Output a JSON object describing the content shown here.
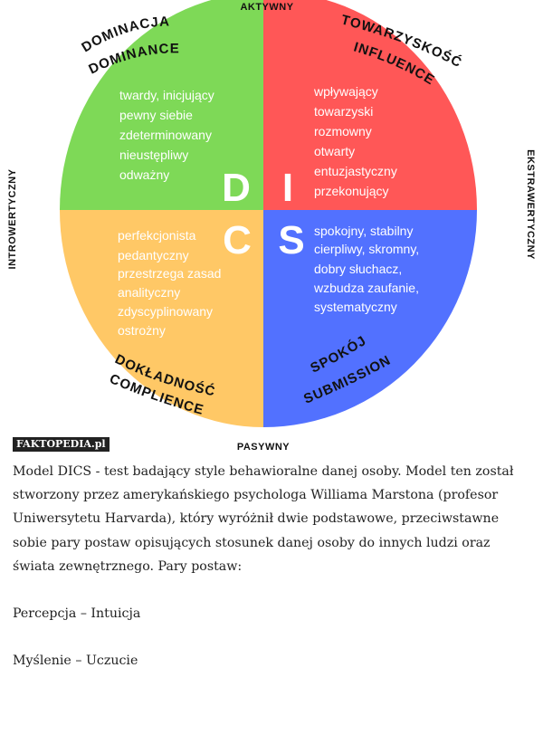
{
  "diagram": {
    "axis": {
      "top": "AKTYWNY",
      "bottom": "PASYWNY",
      "left": "INTROWERTYCZNY",
      "right": "EKSTRAWERTYCZNY"
    },
    "quadrants": {
      "d": {
        "letter": "D",
        "color": "#7ed957",
        "label_1": "DOMINACJA",
        "label_2": "DOMINANCE",
        "traits": [
          "twardy, inicjujący",
          "pewny siebie",
          "zdeterminowany",
          "nieustępliwy",
          "odważny"
        ]
      },
      "i": {
        "letter": "I",
        "color": "#ff5757",
        "label_1": "TOWARZYSKOŚĆ",
        "label_2": "INFLUENCE",
        "traits": [
          "wpływający",
          "towarzyski",
          "rozmowny",
          "otwarty",
          "entuzjastyczny",
          "przekonujący"
        ]
      },
      "c": {
        "letter": "C",
        "color": "#ffc866",
        "label_1": "DOKŁADNOŚĆ",
        "label_2": "COMPLIENCE",
        "traits": [
          "perfekcjonista",
          "pedantyczny",
          "przestrzega zasad",
          "analityczny",
          "zdyscyplinowany",
          "ostrożny"
        ]
      },
      "s": {
        "letter": "S",
        "color": "#5271ff",
        "label_1": "SPOKÓJ",
        "label_2": "SUBMISSION",
        "traits": [
          "spokojny, stabilny",
          "cierpliwy, skromny,",
          "dobry słuchacz,",
          "wzbudza zaufanie,",
          "systematyczny"
        ]
      }
    }
  },
  "watermark": "FAKTOPEDIA.pl",
  "description": {
    "paragraph": "Model DICS - test badający style behawioralne danej osoby. Model ten został stworzony przez amerykańskiego psychologa Williama Marstona (profesor Uniwersytetu Harvarda), który wyróżnił dwie podstawowe, przeciwstawne sobie pary postaw opisujących stosunek danej osoby do innych ludzi oraz świata zewnętrznego. Pary postaw:",
    "pair_1": "Percepcja – Intuicja",
    "pair_2": "Myślenie – Uczucie"
  }
}
